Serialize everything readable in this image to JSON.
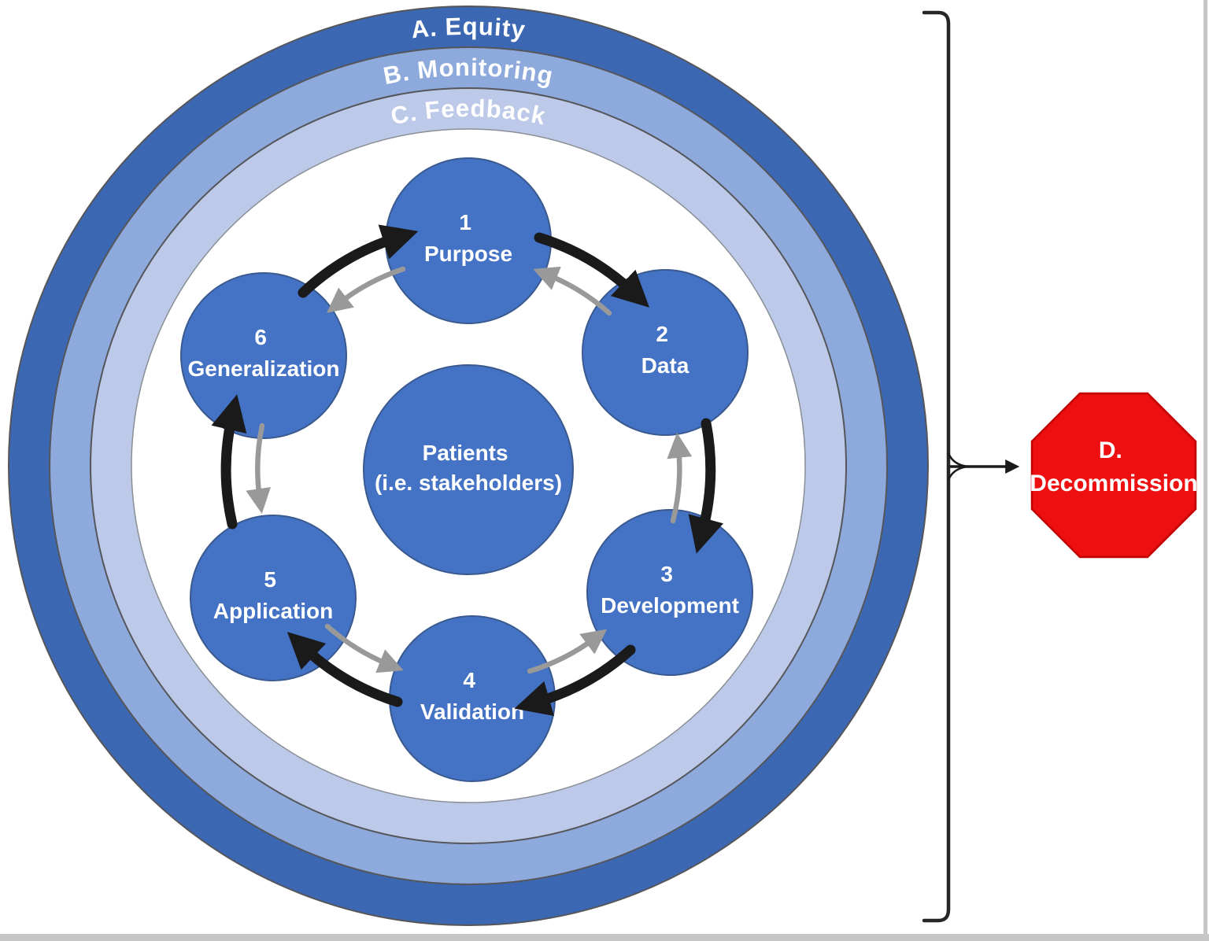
{
  "figure": {
    "rings": [
      {
        "label": "A. Equity",
        "fill": "#3c67b3"
      },
      {
        "label": "B. Monitoring",
        "fill": "#8ea9db"
      },
      {
        "label": "C. Feedback",
        "fill": "#bcc9e8"
      }
    ],
    "stages": [
      {
        "number": "1",
        "label": "Purpose"
      },
      {
        "number": "2",
        "label": "Data"
      },
      {
        "number": "3",
        "label": "Development"
      },
      {
        "number": "4",
        "label": "Validation"
      },
      {
        "number": "5",
        "label": "Application"
      },
      {
        "number": "6",
        "label": "Generalization"
      }
    ],
    "stage_fill": "#4472c4",
    "center_circle": {
      "line1": "Patients",
      "line2": "(i.e. stakeholders)",
      "fill": "#4472c4"
    },
    "decommission": {
      "line1": "D.",
      "line2": "Decommission",
      "fill": "#ee1010"
    },
    "arrow_colors": {
      "clockwise": "#1a1a1a",
      "counterclockwise": "#999999"
    }
  }
}
